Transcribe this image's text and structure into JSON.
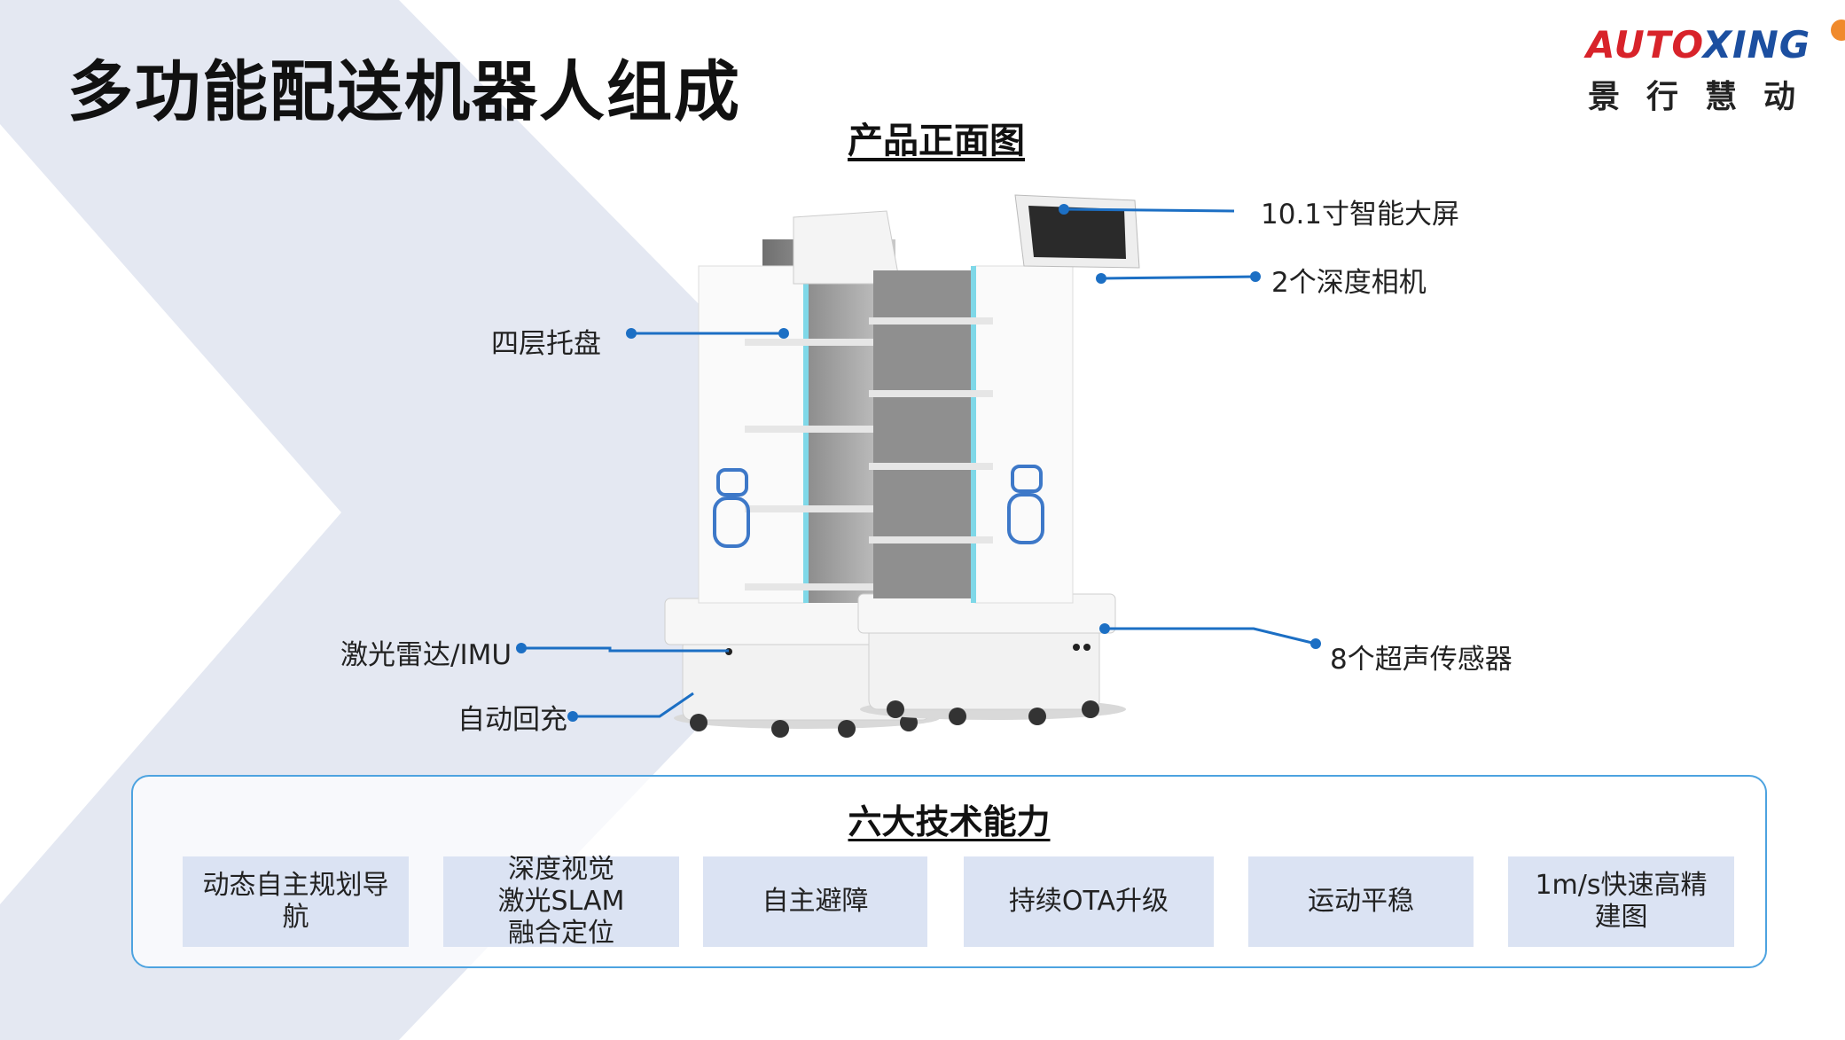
{
  "page": {
    "title": "多功能配送机器人组成",
    "front_view_title": "产品正面图"
  },
  "logo": {
    "brand_red": "AUTO",
    "brand_blue": "XING",
    "subtitle": "景行慧动"
  },
  "callouts": {
    "screen": "10.1寸智能大屏",
    "depth_camera": "2个深度相机",
    "trays": "四层托盘",
    "lidar_imu": "激光雷达/IMU",
    "auto_charge": "自动回充",
    "ultrasonic": "8个超声传感器"
  },
  "capabilities": {
    "title": "六大技术能力",
    "items": [
      "动态自主规划导航",
      "深度视觉\n激光SLAM\n融合定位",
      "自主避障",
      "持续OTA升级",
      "运动平稳",
      "1m/s快速高精\n建图"
    ]
  },
  "colors": {
    "accent": "#1c6fc4",
    "chevron": "#e3e7f1",
    "capability_bg": "#dbe3f3",
    "panel_border": "#4da3e0",
    "logo_red": "#d8232a",
    "logo_blue": "#1c4fa0"
  }
}
